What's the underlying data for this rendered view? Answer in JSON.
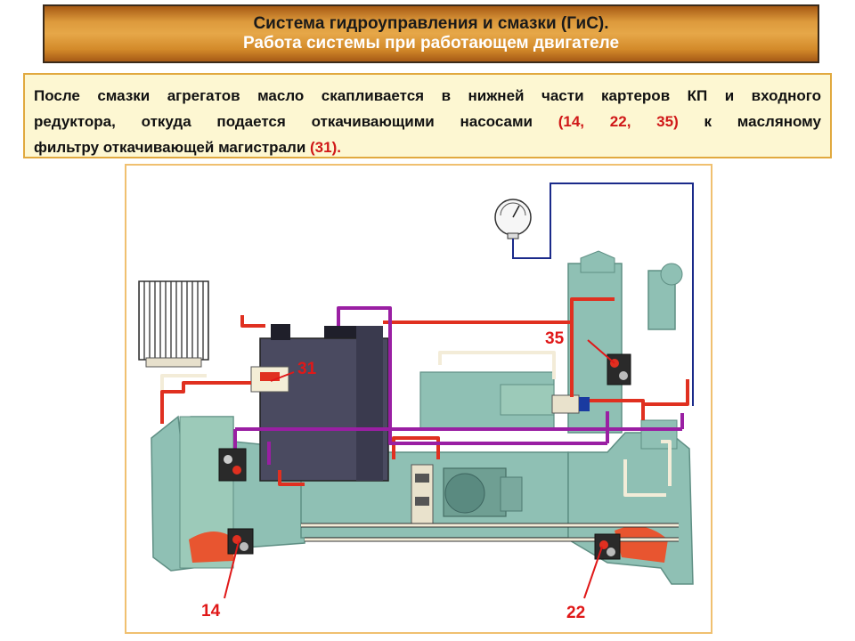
{
  "header": {
    "title": "Система гидроуправления и смазки (ГиС).",
    "subtitle": "Работа системы при работающем двигателе"
  },
  "description": {
    "line1": "После смазки агрегатов масло скапливается в нижней части картеров КП и входного",
    "line2_a": "редуктора, откуда подается откачивающими насосами",
    "line2_nums": "(14, 22, 35)",
    "line2_b": "к масляному",
    "line3_a": "фильтру откачивающей магистрали",
    "line3_num": "(31).",
    "text_color": "#111111",
    "highlight_color": "#d01818"
  },
  "diagram": {
    "labels": {
      "n31": "31",
      "n35": "35",
      "n14": "14",
      "n22": "22"
    },
    "colors": {
      "housing": "#8fc0b4",
      "housing_dark": "#5f8f84",
      "filter_body": "#4a4a60",
      "oil_red": "#e03020",
      "pressure_line": "#9a1fa3",
      "signal_line": "#1a2a8a",
      "lube_line": "#f3ecd8",
      "sump_oil": "#e85530",
      "border": "#f0c070"
    }
  }
}
